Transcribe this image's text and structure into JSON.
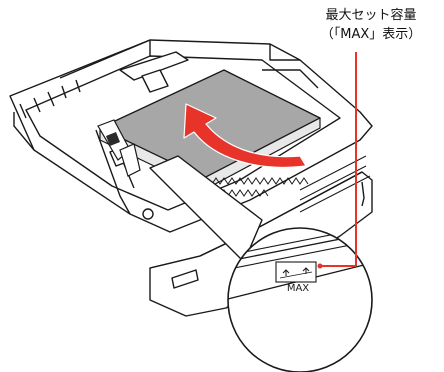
{
  "callout": {
    "line1": "最大セット容量",
    "line2": "（「MAX」表示）"
  },
  "max_mark": {
    "text": "MAX"
  },
  "colors": {
    "callout_line": "#e8332a",
    "arrow": "#e8332a",
    "paper": "#a7a7a7",
    "outline": "#1a1a1a"
  }
}
